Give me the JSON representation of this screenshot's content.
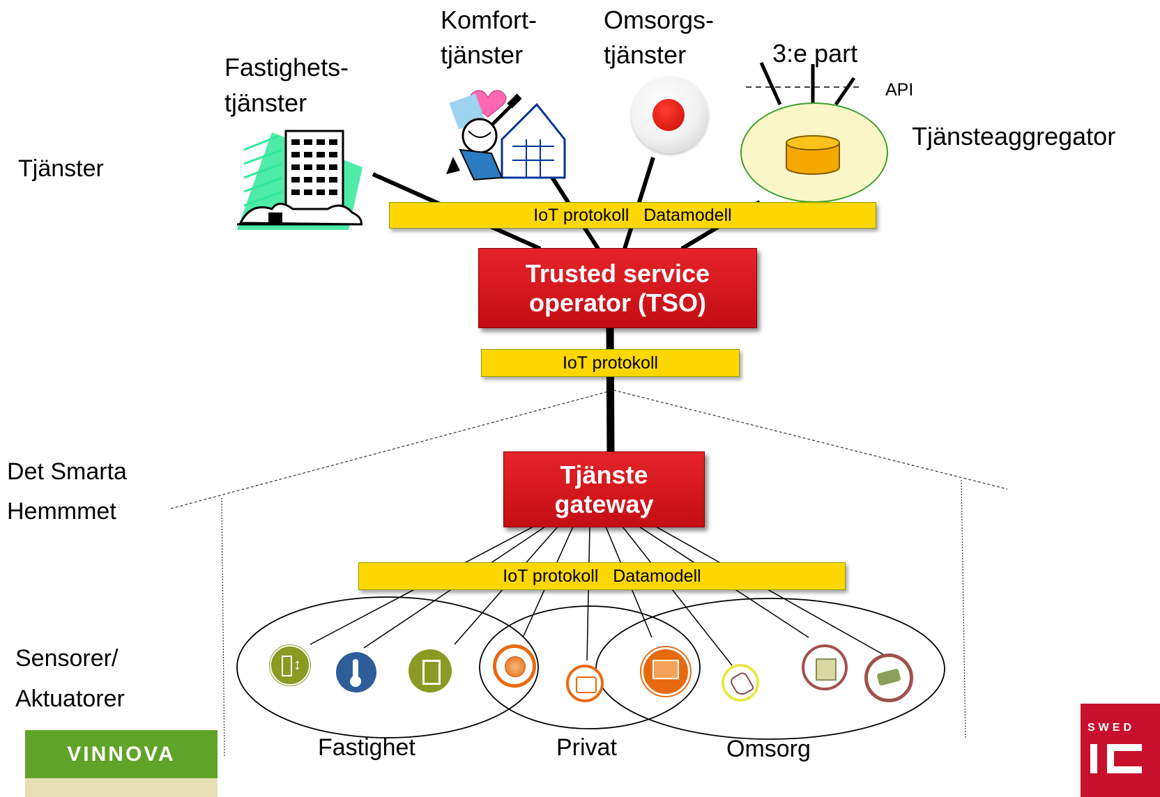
{
  "labels": {
    "tjanster": "Tjänster",
    "smarta_hemmet_line1": "Det Smarta",
    "smarta_hemmet_line2": "Hemmmet",
    "sensorer_line1": "Sensorer/",
    "sensorer_line2": "Aktuatorer"
  },
  "services": {
    "fastighet_line1": "Fastighets-",
    "fastighet_line2": "tjänster",
    "komfort_line1": "Komfort-",
    "komfort_line2": "tjänster",
    "omsorg_line1": "Omsorgs-",
    "omsorg_line2": "tjänster",
    "third_party": "3:e part",
    "api": "API",
    "aggregator": "Tjänsteaggregator"
  },
  "bands": {
    "top": "IoT protokoll   Datamodell",
    "middle": "IoT protokoll",
    "bottom": "IoT protokoll   Datamodell"
  },
  "tso": {
    "line1": "Trusted service",
    "line2": "operator (TSO)"
  },
  "gateway": {
    "line1": "Tjänste",
    "line2": "gateway"
  },
  "groups": {
    "fastighet": "Fastighet",
    "privat": "Privat",
    "omsorg": "Omsorg"
  },
  "logos": {
    "vinnova": "VINNOVA",
    "swedish_ict": "SWED"
  },
  "colors": {
    "band": "#ffd700",
    "red_box": "#d71920",
    "vinnova_green": "#5fa328",
    "ict_red": "#c8102e"
  }
}
